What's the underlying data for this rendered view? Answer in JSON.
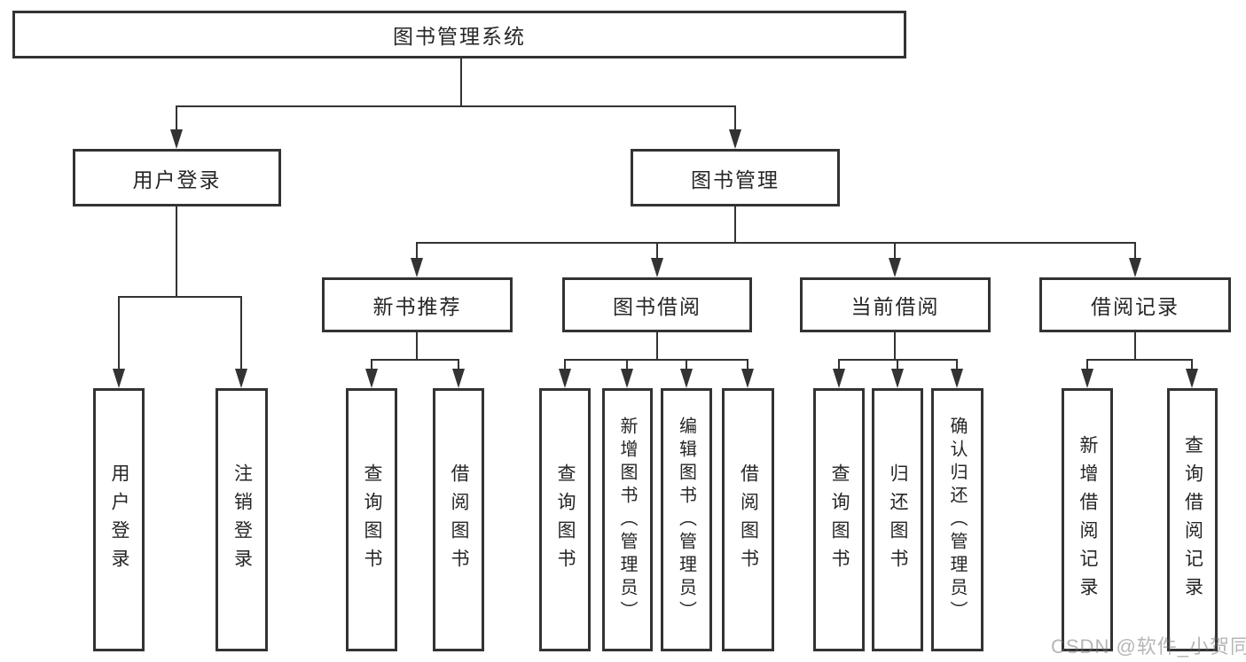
{
  "diagram_title": "图书管理系统",
  "nodes": {
    "root": {
      "label": "图书管理系统"
    },
    "userLogin": {
      "label": "用户登录",
      "children": [
        {
          "label": "用户登录"
        },
        {
          "label": "注销登录"
        }
      ]
    },
    "bookMgmt": {
      "label": "图书管理",
      "children": [
        {
          "label": "新书推荐",
          "children": [
            {
              "label": "查询图书"
            },
            {
              "label": "借阅图书"
            }
          ]
        },
        {
          "label": "图书借阅",
          "children": [
            {
              "label": "查询图书"
            },
            {
              "label": "新增图书（管理员）"
            },
            {
              "label": "编辑图书（管理员）"
            },
            {
              "label": "借阅图书"
            }
          ]
        },
        {
          "label": "当前借阅",
          "children": [
            {
              "label": "查询图书"
            },
            {
              "label": "归还图书"
            },
            {
              "label": "确认归还（管理员）"
            }
          ]
        },
        {
          "label": "借阅记录",
          "children": [
            {
              "label": "新增借阅记录"
            },
            {
              "label": "查询借阅记录"
            }
          ]
        }
      ]
    }
  },
  "watermark": {
    "text": "CSDN @软件_小贺同学"
  },
  "colors": {
    "line": "#333333",
    "text": "#262626",
    "background": "#ffffff",
    "watermark": "#b7b7b7"
  }
}
